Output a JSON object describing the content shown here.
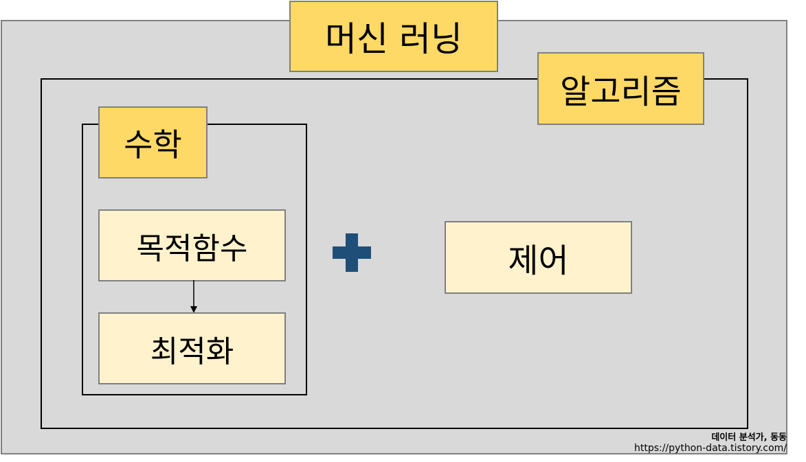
{
  "diagram": {
    "machine_learning_label": "머신 러닝",
    "algorithm_label": "알고리즘",
    "math_label": "수학",
    "objective_function_label": "목적함수",
    "optimization_label": "최적화",
    "control_label": "제어",
    "plus_icon": "plus-icon",
    "arrow_icon": "arrow-down-icon"
  },
  "footer": {
    "credit": "데이터 분석가, 동동",
    "url": "https://python-data.tistory.com/"
  },
  "colors": {
    "outer_background": "#d9d9d9",
    "outer_border": "#7f7f7f",
    "label_fill": "#ffd966",
    "box_fill": "#fff2cc",
    "plus_color": "#1f4e79",
    "frame_line": "#000000"
  }
}
